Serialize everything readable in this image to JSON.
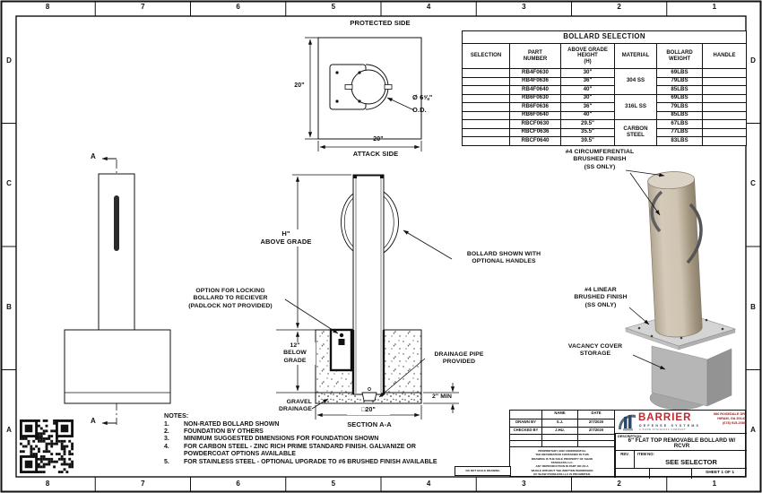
{
  "border": {
    "columns": [
      "8",
      "7",
      "6",
      "5",
      "4",
      "3",
      "2",
      "1"
    ],
    "rows": [
      "D",
      "C",
      "B",
      "A"
    ]
  },
  "plan": {
    "protected_side": "PROTECTED SIDE",
    "attack_side": "ATTACK SIDE",
    "dim_height": "20\"",
    "dim_width": "20\"",
    "od_label": "Ø 6⅝\"\nO.D."
  },
  "elevation": {
    "section_marker": "A"
  },
  "section": {
    "above_grade": "H\"\nABOVE GRADE",
    "below_grade": "12\"\nBELOW\nGRADE",
    "locking_option": "OPTION FOR LOCKING\nBOLLARD TO RECIEVER\n(PADLOCK NOT PROVIDED)",
    "handles_note": "BOLLARD SHOWN WITH\nOPTIONAL HANDLES",
    "drainage_pipe": "DRAINAGE PIPE\nPROVIDED",
    "gravel": "GRAVEL\nDRAINAGE",
    "min_depth": "2\" MIN",
    "foundation_width": "□20\"",
    "section_title": "SECTION A-A"
  },
  "render": {
    "circumferential": "#4 CIRCUMFERENTIAL\nBRUSHED FINISH\n(SS ONLY)",
    "linear": "#4 LINEAR\nBRUSHED FINISH\n(SS ONLY)",
    "vacancy": "VACANCY COVER\nSTORAGE"
  },
  "selection_table": {
    "title": "BOLLARD SELECTION",
    "headers": [
      "SELECTION",
      "PART\nNUMBER",
      "ABOVE GRADE\nHEIGHT\n(H)",
      "MATERIAL",
      "BOLLARD\nWEIGHT",
      "HANDLE"
    ],
    "rows": [
      {
        "selection": "",
        "part": "RB4F0630",
        "height": "30\"",
        "weight": "69LBS",
        "handle": ""
      },
      {
        "selection": "",
        "part": "RB4F0636",
        "height": "36\"",
        "weight": "79LBS",
        "handle": ""
      },
      {
        "selection": "",
        "part": "RB4F0640",
        "height": "40\"",
        "weight": "85LBS",
        "handle": ""
      },
      {
        "selection": "",
        "part": "RB6F0630",
        "height": "30\"",
        "weight": "69LBS",
        "handle": ""
      },
      {
        "selection": "",
        "part": "RB6F0636",
        "height": "36\"",
        "weight": "79LBS",
        "handle": ""
      },
      {
        "selection": "",
        "part": "RB6F0640",
        "height": "40\"",
        "weight": "85LBS",
        "handle": ""
      },
      {
        "selection": "",
        "part": "RBCF0630",
        "height": "29.5\"",
        "weight": "67LBS",
        "handle": ""
      },
      {
        "selection": "",
        "part": "RBCF0636",
        "height": "35.5\"",
        "weight": "77LBS",
        "handle": ""
      },
      {
        "selection": "",
        "part": "RBCF0640",
        "height": "39.5\"",
        "weight": "83LBS",
        "handle": ""
      }
    ],
    "materials": [
      {
        "label": "304 SS",
        "span": 3
      },
      {
        "label": "316L SS",
        "span": 3
      },
      {
        "label": "CARBON\nSTEEL",
        "span": 3
      }
    ]
  },
  "notes": {
    "title": "NOTES:",
    "items": [
      "NON-RATED BOLLARD SHOWN",
      "FOUNDATION BY OTHERS",
      "MINIMUM SUGGESTED DIMENSIONS FOR FOUNDATION SHOWN",
      "FOR CARBON STEEL - ZINC RICH PRIME STANDARD FINISH. GALVANIZE OR\nPOWDERCOAT OPTIONS AVAILABLE",
      "FOR STAINLESS STEEL - OPTIONAL UPGRADE TO #6 BRUSHED FINISH AVAILABLE"
    ]
  },
  "titleblock": {
    "name_header": "NAME",
    "date_header": "DATE",
    "drawn_label": "DRAWN BY",
    "drawn_name": "S.J.",
    "drawn_date": "2/7/2020",
    "checked_label": "CHECKED BY",
    "checked_name": "J.HU.",
    "checked_date": "2/7/2020",
    "proprietary": "PROPRIETARY AND CONFIDENTIAL\nTHE INFORMATION CONTAINED IN THIS\nDRAWING IS THE SOLE PROPERTY OF SHAW\nSTAINLESS LLC.\nANY REPRODUCTION IN PART OR AS A\nWHOLE WITHOUT THE WRITTEN PERMISSION\nOF SHAW STAINLESS LLC IS PROHIBITED.",
    "company": "BARRIER",
    "company_sub": "DEFENSE SYSTEMS",
    "company_tag": "A SHAW STAINLESS COMPANY",
    "address": "986 ROSEDALE DR.\nHIRAM, GA 30141\n(678) 915-2080",
    "description_label": "DESCRIPTION:",
    "description": "6\" FLAT TOP REMOVABLE BOLLARD W/\nRCVR",
    "rev_label": "REV.",
    "item_label": "ITEM NO:",
    "item_value": "SEE SELECTOR",
    "sheet": "SHEET 1 OF 1",
    "micro_note": "DO NOT SCALE DRAWING"
  },
  "colors": {
    "line": "#111111",
    "logo_red": "#c1272d",
    "logo_navy": "#27496d",
    "address_red": "#8b1a1a",
    "bollard_tan": "#cdc2b0",
    "metal_gray": "#b6b6b6",
    "paper": "#ffffff"
  }
}
